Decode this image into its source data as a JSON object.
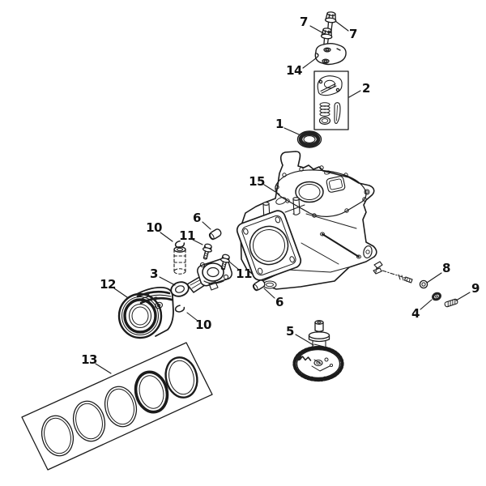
{
  "diagram": {
    "title": "Engine crankcase, piston and camshaft exploded parts diagram",
    "background_color": "#ffffff",
    "line_color": "#1b1b1b",
    "callout_count": 19,
    "part_numbers_shown": [
      "1",
      "2",
      "3",
      "4",
      "5",
      "6",
      "7",
      "8",
      "9",
      "10",
      "11",
      "12",
      "13",
      "14",
      "15"
    ]
  },
  "callouts": [
    {
      "number": "7",
      "part": "flange-bolt-front"
    },
    {
      "number": "7",
      "part": "flange-bolt-rear"
    },
    {
      "number": "14",
      "part": "breather-plate"
    },
    {
      "number": "2",
      "part": "breather-repair-kit"
    },
    {
      "number": "1",
      "part": "oil-seal"
    },
    {
      "number": "15",
      "part": "crankcase"
    },
    {
      "number": "10",
      "part": "piston-pin-circlip-upper"
    },
    {
      "number": "6",
      "part": "dowel-pin-upper"
    },
    {
      "number": "11",
      "part": "connecting-rod-bolt-upper"
    },
    {
      "number": "3",
      "part": "connecting-rod"
    },
    {
      "number": "11",
      "part": "connecting-rod-bolt-lower"
    },
    {
      "number": "12",
      "part": "piston"
    },
    {
      "number": "6",
      "part": "dowel-pin-lower"
    },
    {
      "number": "10",
      "part": "piston-pin-circlip-lower"
    },
    {
      "number": "5",
      "part": "camshaft-assembly"
    },
    {
      "number": "8",
      "part": "washer"
    },
    {
      "number": "9",
      "part": "cotter-pin"
    },
    {
      "number": "4",
      "part": "governor-shaft-seal"
    },
    {
      "number": "13",
      "part": "piston-ring-set"
    }
  ]
}
